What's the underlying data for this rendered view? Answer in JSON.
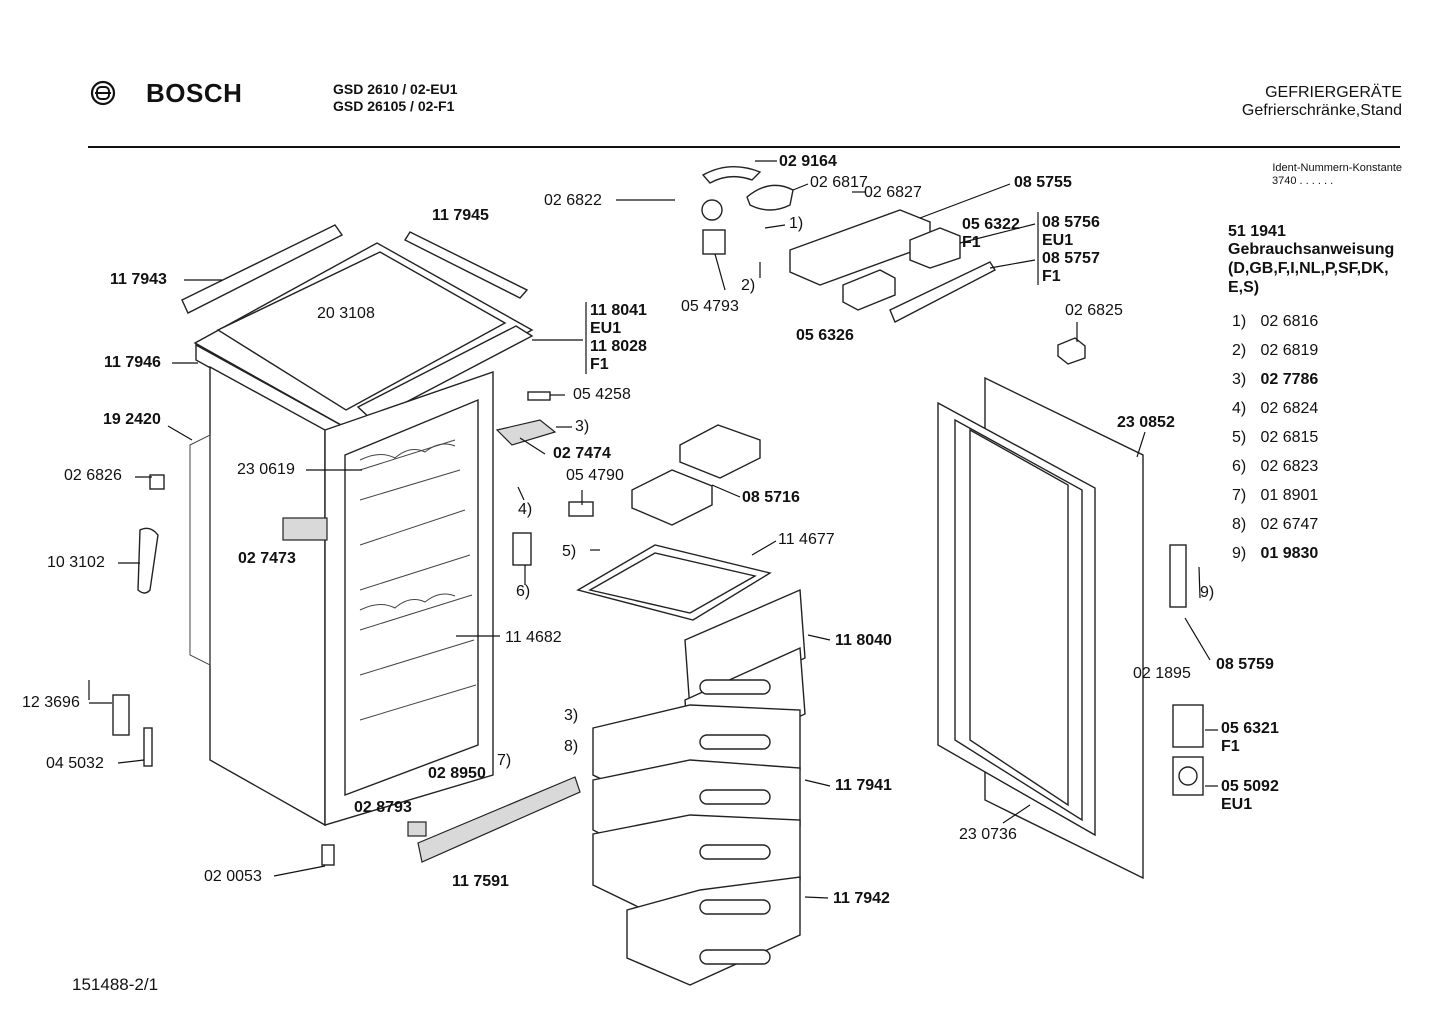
{
  "header": {
    "brand": "BOSCH",
    "model_line1": "GSD 2610    / 02-EU1",
    "model_line2": "GSD 26105 / 02-F1",
    "category": "GEFRIERGERÄTE",
    "subcategory": "Gefrierschränke,Stand"
  },
  "ident": {
    "label": "Ident-Nummern-Konstante",
    "value": "3740  . .   . . . ."
  },
  "manual": {
    "number": "51 1941",
    "title": "Gebrauchsanweisung",
    "langs1": "(D,GB,F,I,NL,P,SF,DK,",
    "langs2": "E,S)"
  },
  "legend": [
    {
      "n": "1)",
      "part": "02 6816",
      "bold": false
    },
    {
      "n": "2)",
      "part": "02 6819",
      "bold": false
    },
    {
      "n": "3)",
      "part": "02 7786",
      "bold": true
    },
    {
      "n": "4)",
      "part": "02 6824",
      "bold": false
    },
    {
      "n": "5)",
      "part": "02 6815",
      "bold": false
    },
    {
      "n": "6)",
      "part": "02 6823",
      "bold": false
    },
    {
      "n": "7)",
      "part": "01 8901",
      "bold": false
    },
    {
      "n": "8)",
      "part": "02 6747",
      "bold": false
    },
    {
      "n": "9)",
      "part": "01 9830",
      "bold": true
    }
  ],
  "labels": {
    "l_029164": "02 9164",
    "l_026817": "02 6817",
    "l_026827": "02 6827",
    "l_085755": "08 5755",
    "l_026822": "02 6822",
    "l_117945": "11 7945",
    "l_056322": "05 6322",
    "l_f1a": "F1",
    "l_085756": "08 5756",
    "l_eu1a": "EU1",
    "l_085757": "08 5757",
    "l_f1b": "F1",
    "l_k1": "1)",
    "l_k2": "2)",
    "l_054793": "05 4793",
    "l_056326": "05 6326",
    "l_117943": "11 7943",
    "l_203108": "20 3108",
    "l_118041": "11 8041",
    "l_eu1b": "EU1",
    "l_118028": "11 8028",
    "l_f1c": "F1",
    "l_117946": "11 7946",
    "l_026825": "02 6825",
    "l_054258": "05 4258",
    "l_k3a": "3)",
    "l_192420": "19 2420",
    "l_027474": "02 7474",
    "l_230619": "23 0619",
    "l_230852": "23 0852",
    "l_026826": "02 6826",
    "l_054790": "05 4790",
    "l_k4": "4)",
    "l_085716": "08 5716",
    "l_027473": "02 7473",
    "l_103102": "10 3102",
    "l_k5": "5)",
    "l_k6": "6)",
    "l_114677": "11 4677",
    "l_114682": "11 4682",
    "l_118040": "11 8040",
    "l_k9": "9)",
    "l_085759": "08 5759",
    "l_021895": "02 1895",
    "l_123696": "12 3696",
    "l_k3b": "3)",
    "l_k8": "8)",
    "l_k7": "7)",
    "l_056321": "05 6321",
    "l_f1d": "F1",
    "l_045032": "04 5032",
    "l_028950": "02 8950",
    "l_117941": "11 7941",
    "l_055092": "05 5092",
    "l_eu1c": "EU1",
    "l_028793": "02 8793",
    "l_230736": "23 0736",
    "l_020053": "02 0053",
    "l_117591": "11 7591",
    "l_117942": "11 7942"
  },
  "footer": {
    "doc_number": "151488-2/1"
  }
}
